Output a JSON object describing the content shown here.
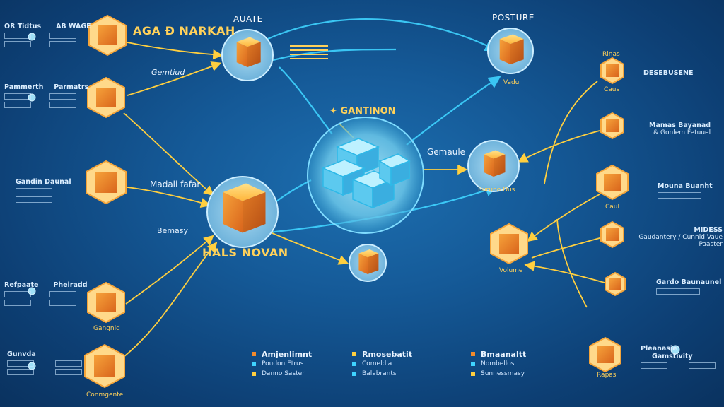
{
  "colors": {
    "cyan": "#3fd3ff",
    "yellow": "#ffcf3f",
    "orange": "#f28a2c",
    "hex_fill": "#ffd98a",
    "hub_fill": "#8fd6f0"
  },
  "labels": {
    "top_left_title": "AGA Ð NARKAH",
    "top_center": "AUATE",
    "top_right": "POSTURE",
    "center_title": "✦ GANTINON",
    "center_right": "Gemaule",
    "generated": "Gemtiud",
    "mid_left": "Madali fafar",
    "bottom_left_label": "Bemasy",
    "bottom_title": "HALS NOVAN",
    "node_right_1": "Vadu",
    "node_right_2": "Ruruno Dus",
    "node_right_3": "Volume",
    "node_bottom_left_1": "Gangnid",
    "node_bottom_left_2": "Conmgentel",
    "node_far_right_1": "Caus",
    "node_far_right_1_top": "Rinas",
    "node_far_right_3": "Caul",
    "node_far_right_bottom": "Rapas"
  },
  "left_panels": [
    {
      "title_a": "OR Tidtus",
      "title_b": "AB WAGE"
    },
    {
      "title_a": "Pammerth",
      "title_b": "Parmatrs"
    },
    {
      "title_a": "Gandin Daunal",
      "title_b": ""
    },
    {
      "title_a": "Refpaate",
      "title_b": "Pheiradd"
    },
    {
      "title_a": "Gunvda",
      "title_b": ""
    }
  ],
  "right_panels": [
    {
      "title": "DESEBUSENE"
    },
    {
      "title": "Mamas Bayanad",
      "sub": "& Gonlem Fetuuel"
    },
    {
      "title": "Mouna Buanht"
    },
    {
      "title": "MIDESS",
      "sub": "Gaudantery / Cunnid Vaue Paaster"
    },
    {
      "title": "Gardo Baunaunel"
    },
    {
      "title": "Pleanasie",
      "title_b": "Gamstivity"
    }
  ],
  "legend": [
    {
      "main": "Amjenlimnt",
      "items": [
        "Poudon Etrus",
        "Danno Saster"
      ]
    },
    {
      "main": "Rmosebatit",
      "items": [
        "Comeldia",
        "Balabrants"
      ]
    },
    {
      "main": "Bmaanaltt",
      "items": [
        "Nombellos",
        "Sunnessmasy"
      ]
    }
  ]
}
